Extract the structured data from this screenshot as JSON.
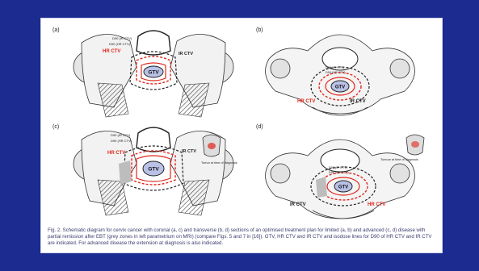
{
  "panels": {
    "a": {
      "label": "(a)",
      "d90_ir": "D90 (IR CTV)",
      "d90_hr": "D90 (HR CTV)",
      "hr_ctv": "HR CTV",
      "ir_ctv": "IR CTV",
      "gtv": "GTV"
    },
    "b": {
      "label": "(b)",
      "d90_ir": "D90 (IR CTV)",
      "d90_hr": "D90 (HR CTV)",
      "gtv": "GTV",
      "hr_ctv": "HR CTV",
      "ir_ctv": "IR CTV"
    },
    "c": {
      "label": "(c)",
      "d90_ir": "D90 (IR CTV)",
      "d90_hr": "D90 (HR CTV)",
      "hr_ctv": "HR CTV",
      "ir_ctv": "IR CTV",
      "gtv": "GTV",
      "tumor_note": "Tumor at time of diagnosis"
    },
    "d": {
      "label": "(d)",
      "d90_ir": "D90 (IR CTV)",
      "d90_hr": "D90 (HR CTV)",
      "gtv": "GTV",
      "ir_ctv": "IR CTV",
      "hr_ctv": "HR CTV",
      "tumor_note": "Tumour at time of diagnosis"
    }
  },
  "caption": "Fig. 2. Schematic diagram for cervix cancer with coronal (a, c) and transverse (b, d) sections of an optimised treatment plan for limited (a, b) and advanced (c, d) disease with partial remission after EBT (grey zones in left parametrium on MRI) (compare Figs. 5 and 7 in [16]). GTV, HR CTV and IR CTV and isodose lines for D90 of HR CTV and IR CTV are indicated. For advanced disease the extension at diagnosis is also indicated.",
  "colors": {
    "background": "#1c2b8f",
    "hr_red": "#e0261c",
    "gtv_fill": "#b9c2e6",
    "caption_text": "#3b3b6e"
  }
}
